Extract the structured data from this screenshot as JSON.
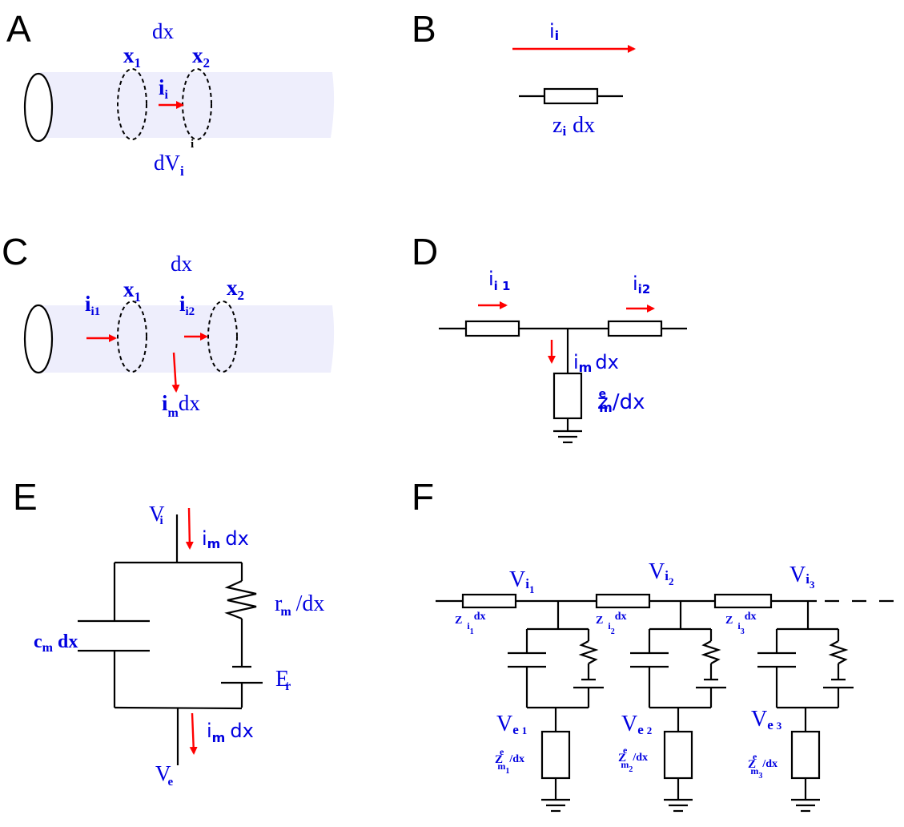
{
  "panels": {
    "a": {
      "letter": "A",
      "dx": "dx",
      "x1": "x",
      "x1_sub": "1",
      "x2": "x",
      "x2_sub": "2",
      "ii": "i",
      "ii_sub": "i",
      "dv": "dV",
      "dv_sub": "i",
      "small_i": "i"
    },
    "b": {
      "letter": "B",
      "ii": "i",
      "ii_sub": "i",
      "zi": "z",
      "zi_sub": "i",
      "zi_tail": "dx"
    },
    "c": {
      "letter": "C",
      "dx": "dx",
      "x1": "x",
      "x1_sub": "1",
      "x2": "x",
      "x2_sub": "2",
      "ii1": "i",
      "ii1_sub": "i1",
      "ii2": "i",
      "ii2_sub": "i2",
      "im": "i",
      "im_sub": "m",
      "im_tail": "dx"
    },
    "d": {
      "letter": "D",
      "ii1": "i",
      "ii1_sub": "i 1",
      "ii2": "i",
      "ii2_sub": "i2",
      "im": "i",
      "im_sub": "m",
      "im_tail": "dx",
      "zm": "z",
      "zm_sup": "e",
      "zm_sub": "m",
      "zm_tail": "/dx"
    },
    "e": {
      "letter": "E",
      "vi": "V",
      "vi_sub": "i",
      "im_top": "i",
      "im_top_sub": "m",
      "im_top_tail": "dx",
      "rm": "r",
      "rm_sub": "m",
      "rm_tail": "/dx",
      "cm": "c",
      "cm_sub": "m",
      "cm_tail": "dx",
      "er": "E",
      "er_sub": "r",
      "im_bot": "i",
      "im_bot_sub": "m",
      "im_bot_tail": "dx",
      "ve": "V",
      "ve_sub": "e"
    },
    "f": {
      "letter": "F",
      "vi": [
        {
          "v": "V",
          "s": "i",
          "n": "1"
        },
        {
          "v": "V",
          "s": "i",
          "n": "2"
        },
        {
          "v": "V",
          "s": "i",
          "n": "3"
        }
      ],
      "zi": [
        {
          "z": "Z",
          "s": "i",
          "n": "1",
          "t": "dx"
        },
        {
          "z": "Z",
          "s": "i",
          "n": "2",
          "t": "dx"
        },
        {
          "z": "Z",
          "s": "i",
          "n": "3",
          "t": "dx"
        }
      ],
      "ve": [
        {
          "v": "V",
          "s": "e",
          "n": "1"
        },
        {
          "v": "V",
          "s": "e",
          "n": "2"
        },
        {
          "v": "V",
          "s": "e",
          "n": "3"
        }
      ],
      "zm": [
        {
          "z": "Z",
          "sup": "e",
          "s": "m",
          "n": "1",
          "t": "/dx"
        },
        {
          "z": "Z",
          "sup": "e",
          "s": "m",
          "n": "2",
          "t": "/dx"
        },
        {
          "z": "Z",
          "sup": "e",
          "s": "m",
          "n": "3",
          "t": "/dx"
        }
      ]
    }
  }
}
